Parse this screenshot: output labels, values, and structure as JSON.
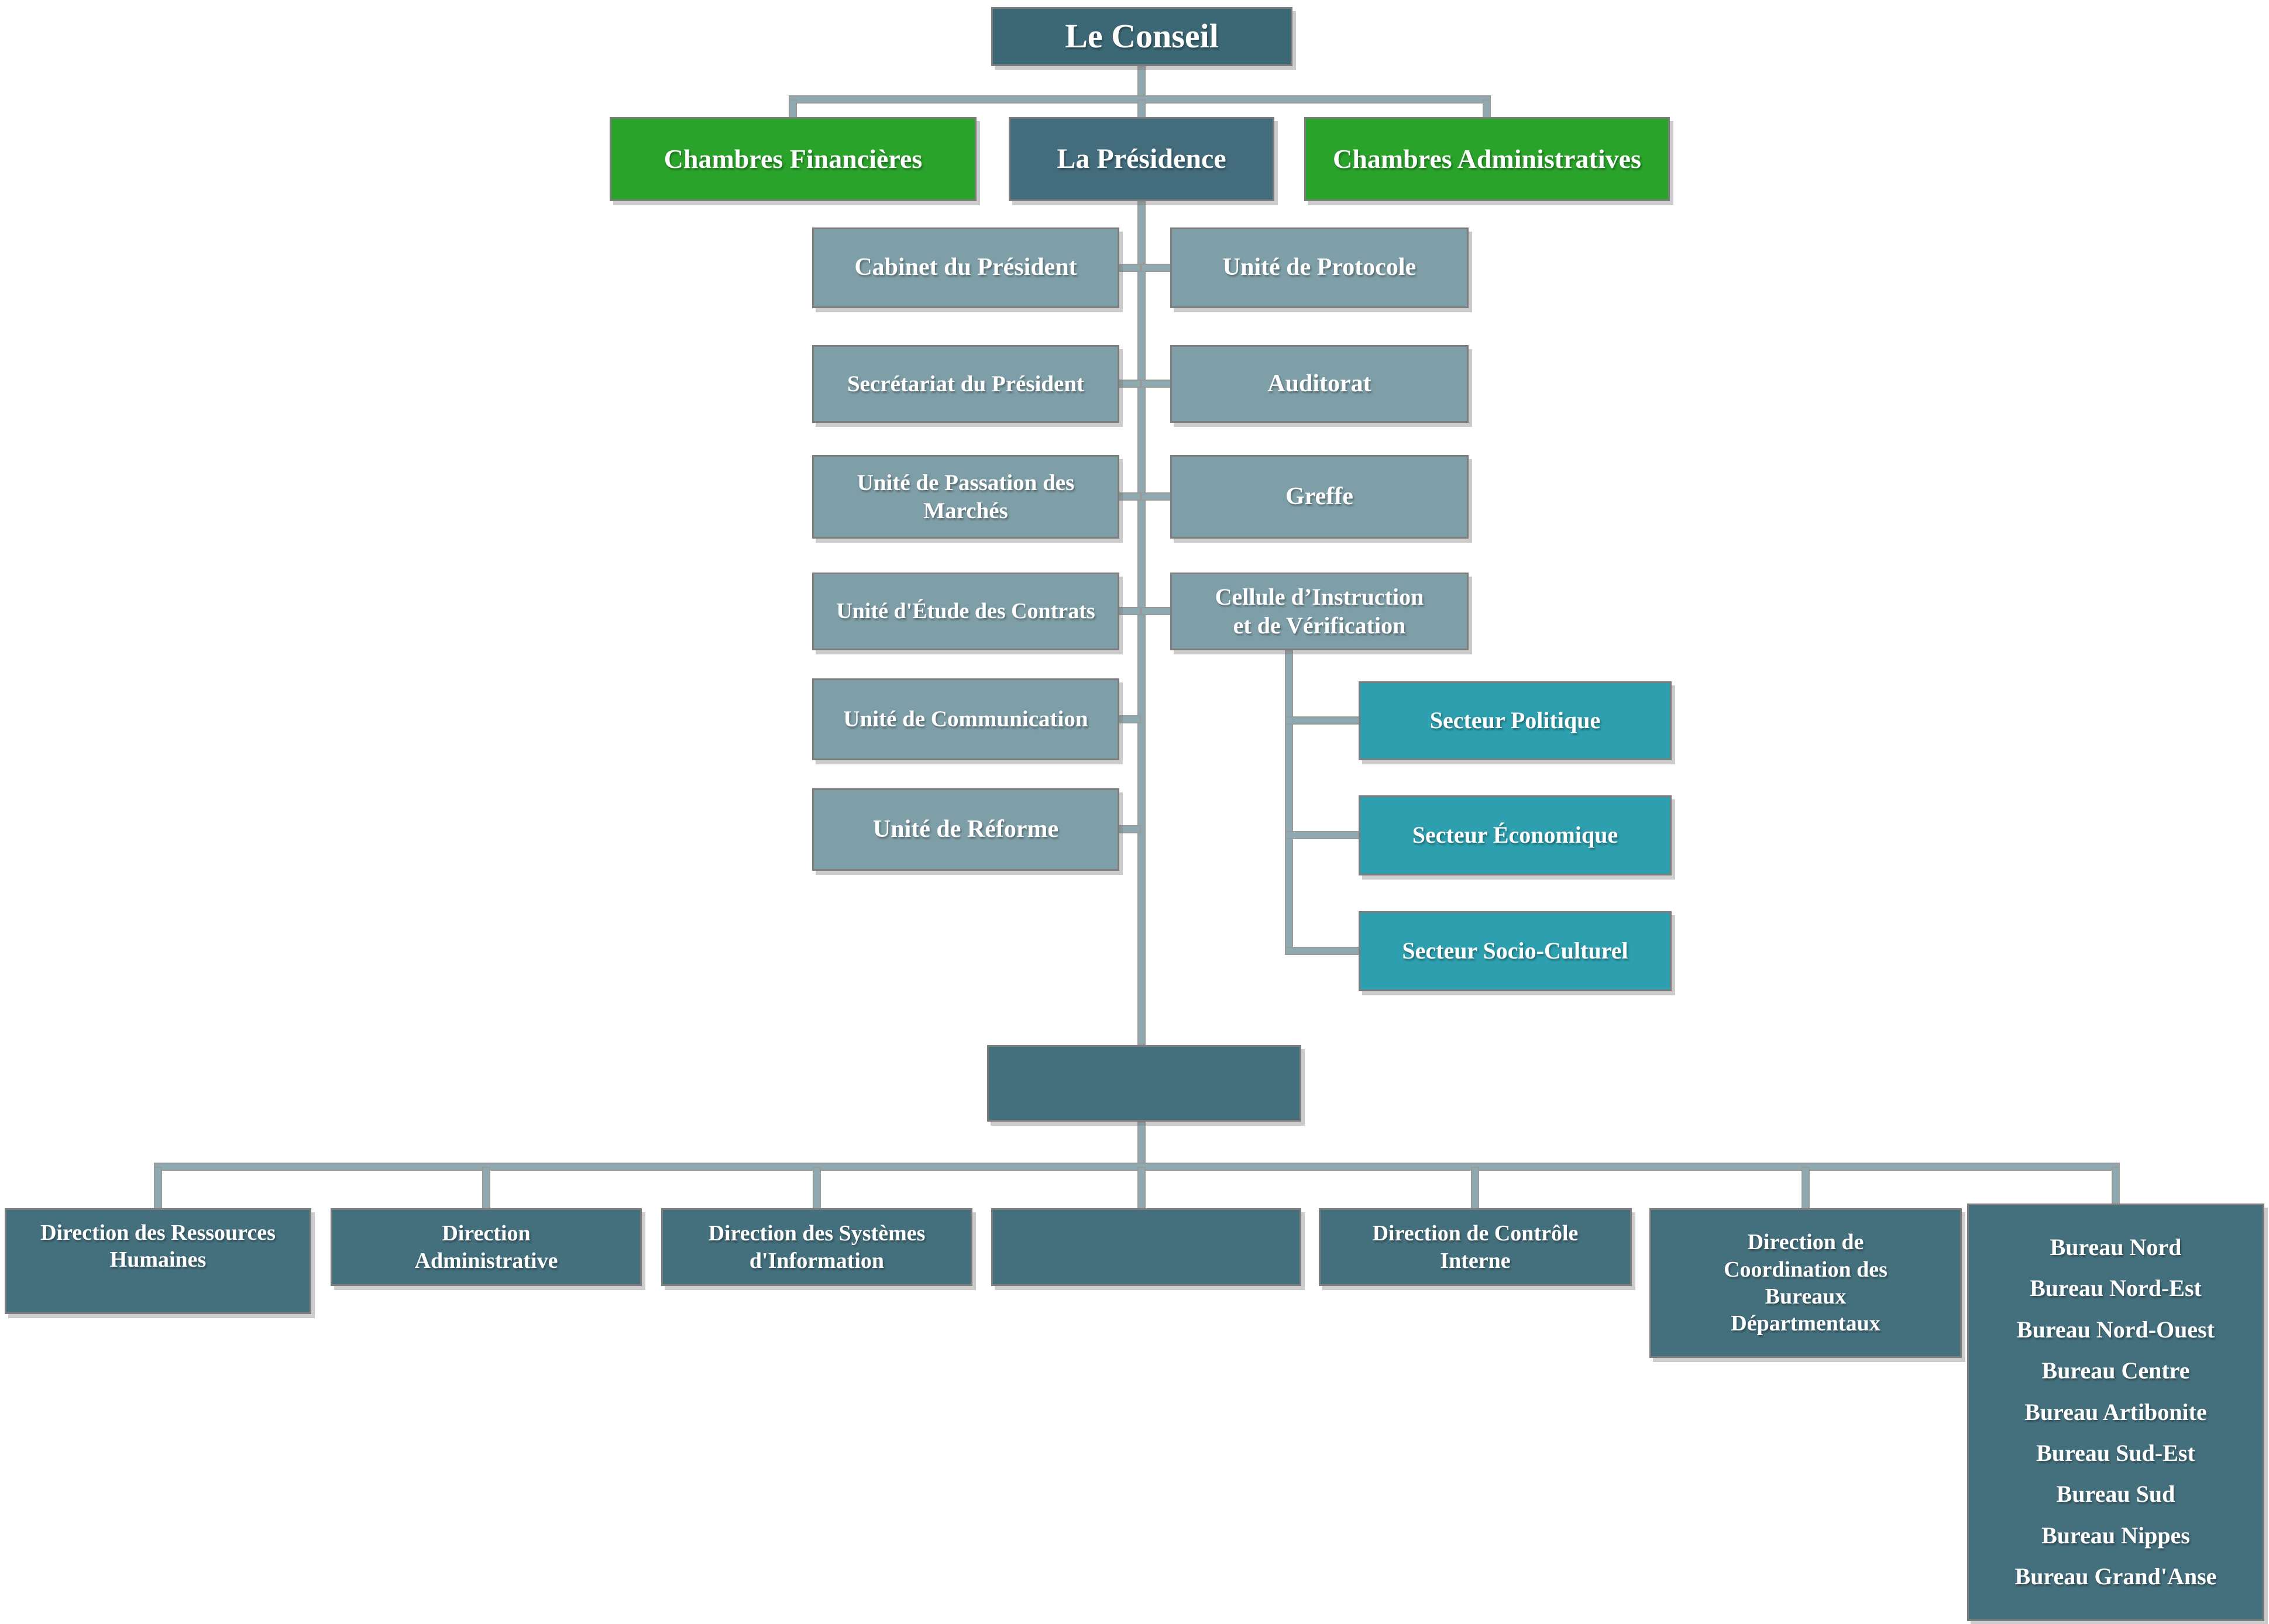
{
  "title": "Organigramme - Le Conseil",
  "diagram_type": "org-chart",
  "colors": {
    "root_box": "#3c6876",
    "presidence_box": "#436c7c",
    "chambres_box": "#2aa32b",
    "unit_box": "#7f9fa8",
    "secteur_box": "#2d9fae",
    "direction_box": "#44707d",
    "connector_fill": "#8ea9b0",
    "connector_edge": "#9a9a9a",
    "text": "#ffffff"
  },
  "root": {
    "label": "Le Conseil"
  },
  "level2": {
    "left": "Chambres Financières",
    "center": "La Présidence",
    "right": "Chambres Administratives"
  },
  "units_left": [
    "Cabinet du Président",
    "Secrétariat du Président",
    "Unité de Passation des\nMarchés",
    "Unité d'Étude des Contrats",
    "Unité de Communication",
    "Unité de Réforme"
  ],
  "units_right": [
    "Unité de Protocole",
    "Auditorat",
    "Greffe",
    "Cellule d’Instruction\net de Vérification"
  ],
  "sectors": [
    "Secteur Politique",
    "Secteur Économique",
    "Secteur Socio-Culturel"
  ],
  "middle_connector_box_label": "",
  "directions": [
    "Direction des Ressources\nHumaines",
    "Direction\nAdministrative",
    "Direction des Systèmes\nd'Information",
    "",
    "Direction de Contrôle\nInterne",
    "Direction de\nCoordination des\nBureaux\nDépartmentaux"
  ],
  "bureaus": [
    "Bureau Nord",
    "Bureau Nord-Est",
    "Bureau Nord-Ouest",
    "Bureau Centre",
    "Bureau Artibonite",
    "Bureau Sud-Est",
    "Bureau Sud",
    "Bureau Nippes",
    "Bureau Grand'Anse"
  ]
}
